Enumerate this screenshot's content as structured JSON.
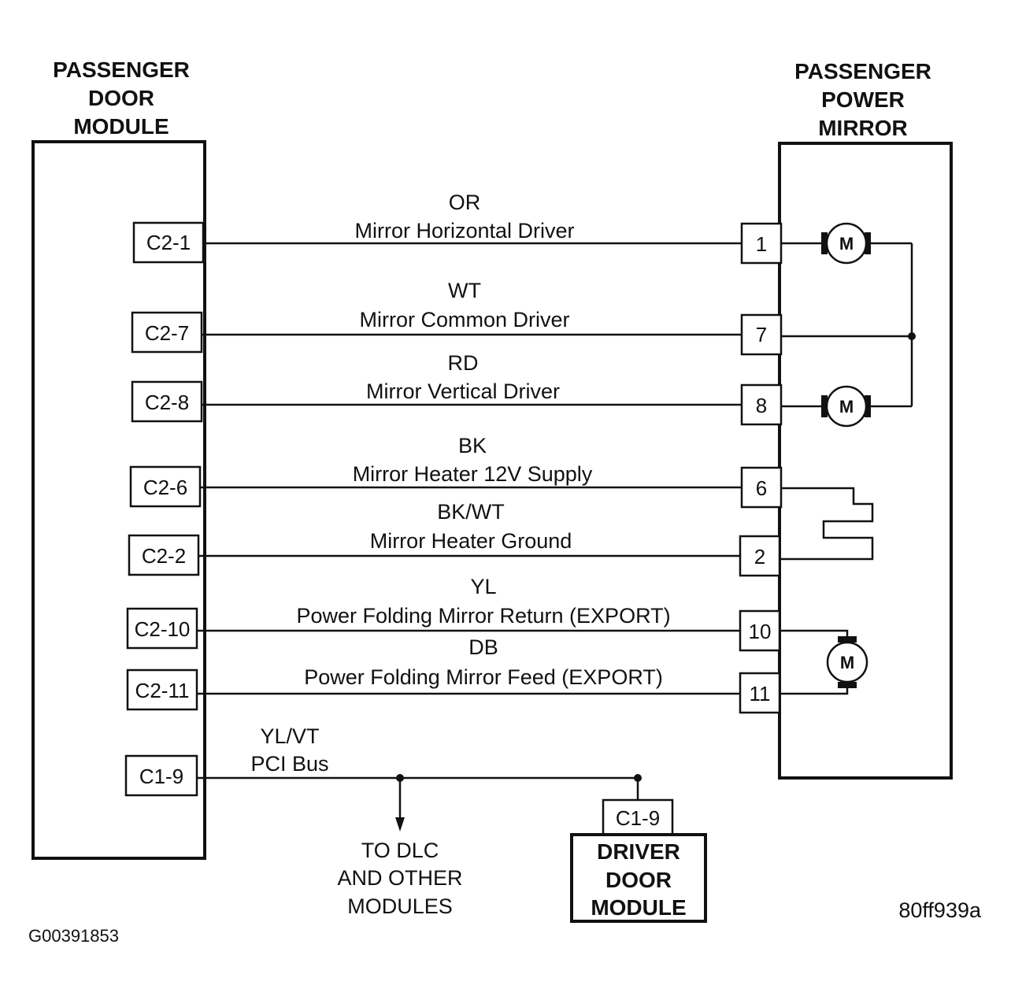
{
  "left_module": {
    "title": [
      "PASSENGER",
      "DOOR",
      "MODULE"
    ]
  },
  "right_module": {
    "title": [
      "PASSENGER",
      "POWER",
      "MIRROR"
    ]
  },
  "driver_module": {
    "title": [
      "DRIVER",
      "DOOR",
      "MODULE"
    ],
    "connector": "C1-9"
  },
  "wires": [
    {
      "left_pin": "C2-1",
      "color": "OR",
      "desc": "Mirror Horizontal Driver",
      "right_pin": "1"
    },
    {
      "left_pin": "C2-7",
      "color": "WT",
      "desc": "Mirror Common Driver",
      "right_pin": "7"
    },
    {
      "left_pin": "C2-8",
      "color": "RD",
      "desc": "Mirror Vertical Driver",
      "right_pin": "8"
    },
    {
      "left_pin": "C2-6",
      "color": "BK",
      "desc": "Mirror Heater 12V Supply",
      "right_pin": "6"
    },
    {
      "left_pin": "C2-2",
      "color": "BK/WT",
      "desc": "Mirror Heater Ground",
      "right_pin": "2"
    },
    {
      "left_pin": "C2-10",
      "color": "YL",
      "desc": "Power Folding Mirror Return (EXPORT)",
      "right_pin": "10"
    },
    {
      "left_pin": "C2-11",
      "color": "DB",
      "desc": "Power Folding Mirror Feed (EXPORT)",
      "right_pin": "11"
    }
  ],
  "bus": {
    "left_pin": "C1-9",
    "color": "YL/VT",
    "desc": "PCI Bus"
  },
  "dlc_label": [
    "TO DLC",
    "AND OTHER",
    "MODULES"
  ],
  "motor_label": "M",
  "figure_code": "80ff939a",
  "image_code": "G00391853"
}
